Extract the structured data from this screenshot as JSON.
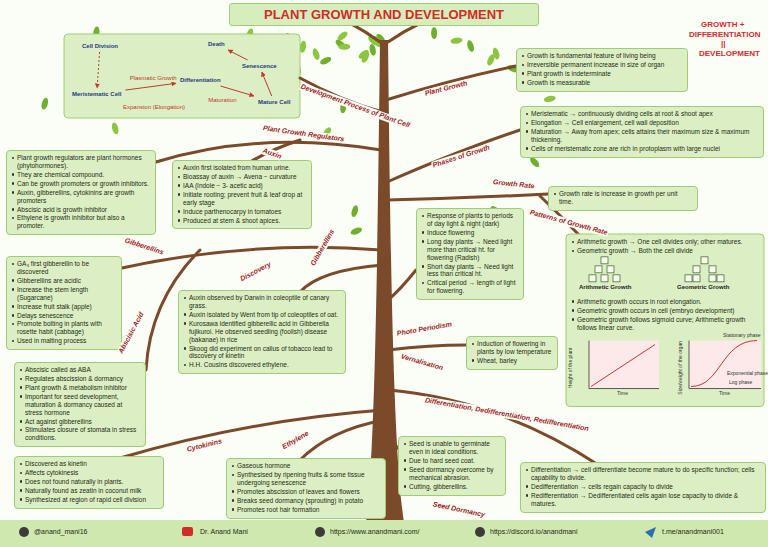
{
  "diagram": {
    "title": "PLANT GROWTH AND DEVELOPMENT",
    "nodes": [
      {
        "text": [
          "Cell Division"
        ]
      },
      {
        "text": [
          "Death"
        ]
      },
      {
        "text": [
          "Senescence"
        ]
      },
      {
        "text": [
          "Meristematic Cell"
        ]
      },
      {
        "text": [
          "Differentiation"
        ]
      },
      {
        "text": [
          "Mature Cell"
        ]
      },
      {
        "text": [
          "Growth is fundamental feature of living being",
          "Irreversible permanent increase in size of organ",
          "Plant growth is indeterminate",
          "Growth is measurable"
        ]
      },
      {
        "text": [
          "Meristematic → continuously dividing cells at root & shoot apex",
          "Elongation → Cell enlargement, cell wall deposition",
          "Maturation → Away from apex; cells attains their maximum size & maximum thickening.",
          "Cells of meristematic zone are rich in protoplasm with large nuclei"
        ]
      },
      {
        "text": [
          "Plant growth regulators are plant hormones (phytohormones).",
          "They are chemical compound.",
          "Can be growth promoters or growth inhibitors.",
          "Auxin, gibberellins, cytokinins are growth promoters",
          "Abscisic acid is growth inhibitor",
          "Ethylene is growth inhibitor but also a promoter."
        ]
      },
      {
        "text": [
          "Auxin first isolated from human urine.",
          "Bioassay of auxin → Avena − curvature",
          "IAA (Indole − 3- acetic acid)",
          "Initiate rooting; prevent fruit & leaf drop at early stage",
          "Induce parthenocarpy in tomatoes",
          "Produced at stem & shoot apices."
        ]
      },
      {
        "text": [
          "Growth rate is increase in growth per unit time."
        ]
      },
      {
        "text": [
          "Response of plants to periods of day light & night (dark)",
          "Induce flowering",
          "Long day plants → Need light more than critical ht. for flowering (Radish)",
          "Short day plants → Need light less than critical ht.",
          "Critical period → length of light for flowering."
        ]
      },
      {
        "text": [
          "Arithmetic growth → One cell divides only; other matures.",
          "Geometric growth → Both the cell divide",
          "Arithmetic growth occurs in root elongation.",
          "Geometric growth occurs in cell (embryo development)",
          "Geometric growth follows sigmoid curve; Arithmetic growth follows linear curve."
        ]
      },
      {
        "text": [
          "GA₃ first gibberellin to be discovered",
          "Gibberellins are acidic",
          "Increase the stem length (Sugarcane)",
          "Increase fruit stalk (apple)",
          "Delays senescence",
          "Promote bolting in plants with rosette habit (cabbage)",
          "Used in malting process"
        ]
      },
      {
        "text": [
          "Auxin observed by Darwin in coleoptile of canary grass.",
          "Auxin isolated by Went from tip of coleoptiles of oat.",
          "Kurosawa identified gibberellic acid in Gibberella fujikuroi. He observed seedling (foolish) disease (bakanae) in rice",
          "Skoog did experiment on callus of tobacco lead to discovery of kinetin",
          "H.H. Cousins discovered ethylene."
        ]
      },
      {
        "text": [
          "Induction of flowering in plants by low temperature",
          "Wheat, barley"
        ]
      },
      {
        "text": [
          "Abscisic called as ABA",
          "Regulates abscission & dormancy",
          "Plant growth & metabolism inhibitor",
          "Important for seed development, maturation & dormancy caused at stress hormone",
          "Act against gibberellins",
          "Stimulates closure of stomata in stress conditions."
        ]
      },
      {
        "text": [
          "Seed is unable to germinate even in ideal conditions.",
          "Due to hard seed coat.",
          "Seed dormancy overcome by mechanical abrasion.",
          "Cutting, gibberellins."
        ]
      },
      {
        "text": [
          "Discovered as kinetin",
          "Affects cytokinesis",
          "Does not found naturally in plants.",
          "Naturally found as zeatin in coconut milk",
          "Synthesized at region of rapid cell division"
        ]
      },
      {
        "text": [
          "Gaseous hormone",
          "Synthesised by ripening fruits & some tissue undergoing senescence",
          "Promotes abscission of leaves and flowers",
          "Breaks seed dormancy (sprouting) in potato",
          "Promotes root hair formation"
        ]
      },
      {
        "text": [
          "Differentiation → cell differentiate become mature to do specific function; cells capability to divide.",
          "Dedifferentiation → cells regain capacity to divide",
          "Redifferentiation → Dedifferentiated cells again lose capacity to divide & matures."
        ]
      }
    ],
    "edges": [
      {
        "from": 0,
        "to": 3,
        "arrow": "to"
      },
      {
        "from": 3,
        "to": 4,
        "label": "Plasmatic Growth",
        "arrow": "to"
      },
      {
        "from": 4,
        "to": 5,
        "label": "Maturation",
        "arrow": "to"
      },
      {
        "from": 5,
        "to": 2,
        "arrow": "to"
      },
      {
        "from": 2,
        "to": 1,
        "arrow": "to"
      }
    ],
    "labels": [
      "GROWTH +",
      "DIFFERENTIATION",
      "||",
      "DEVELOPMENT",
      "Development Process of Plant Cell",
      "Plant Growth",
      "Plant Growth Regulators",
      "Auxin",
      "Phases of Growth",
      "Growth Rate",
      "Patterns of Growth Rate",
      "Gibberellins",
      "Gibberellins",
      "Abscisic Acid",
      "Discovery",
      "Photo Periodism",
      "Vernalisation",
      "Differentiation, Dedifferentiation, Redifferentiation",
      "Cytokinins",
      "Ethylene",
      "Seed Dormancy",
      "Expansion (Elongation)",
      "Arithmetic Growth",
      "Geometric Growth",
      "Height of the plant",
      "Time",
      "Size/weight of the organ",
      "Time",
      "Stationary phase",
      "Exponential phase",
      "Log phase",
      "@anand_mani16",
      "Dr. Anand Mani",
      "https://www.anandmani.com/",
      "https://discord.io/anandmani",
      "t.me/anandmani001"
    ]
  }
}
